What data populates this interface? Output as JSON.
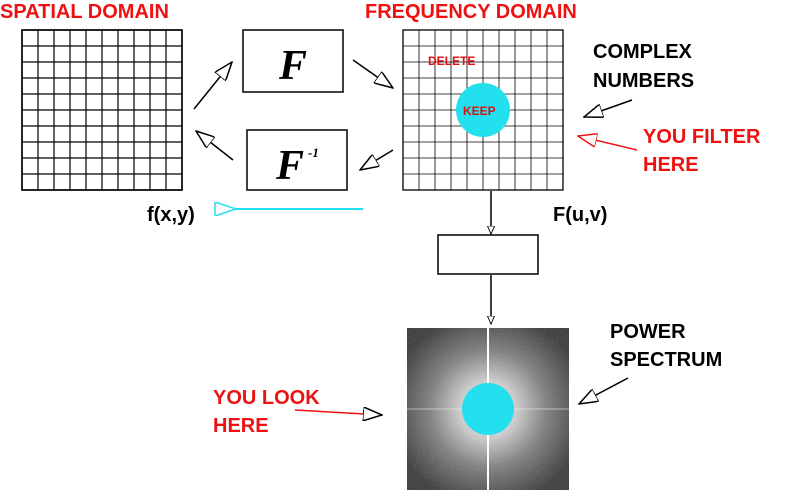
{
  "labels": {
    "spatial_domain": "SPATIAL DOMAIN",
    "frequency_domain": "FREQUENCY DOMAIN",
    "complex_numbers_line1": "COMPLEX",
    "complex_numbers_line2": "NUMBERS",
    "you_filter_line1": "YOU FILTER",
    "you_filter_line2": "HERE",
    "spatial_function": "f(x,y)",
    "frequency_function": "F(u,v)",
    "power_spectrum_line1": "POWER",
    "power_spectrum_line2": "SPECTRUM",
    "you_look_line1": "YOU LOOK",
    "you_look_line2": "HERE",
    "delete": "DELETE",
    "keep": "KEEP"
  },
  "operators": {
    "forward": "F",
    "inverse": "F",
    "inverse_superscript": "-1"
  },
  "colors": {
    "red": "#ee1111",
    "cyan": "#22e0ee",
    "black": "#000000"
  }
}
